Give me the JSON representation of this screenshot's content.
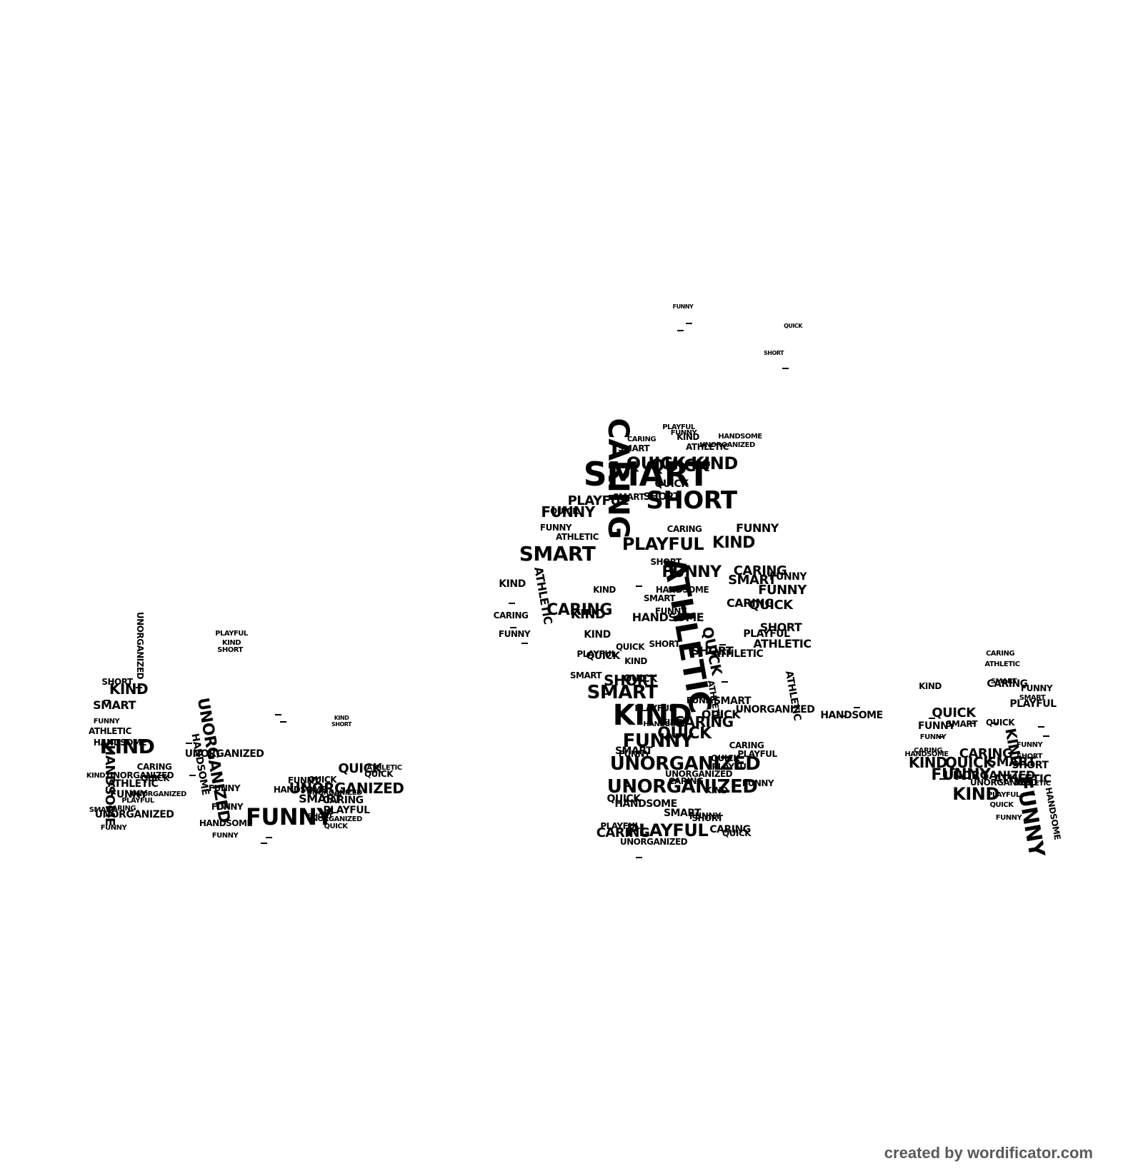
{
  "artwork": {
    "words": [
      "SMART",
      "CARING",
      "QUICK",
      "KIND",
      "SHORT",
      "PLAYFUL",
      "FUNNY",
      "ATHLETIC",
      "HANDSOME",
      "UNORGANIZED"
    ],
    "colors": {
      "ink": "#000000",
      "background": "#ffffff",
      "credit": "#5a5a5a"
    }
  },
  "footer": {
    "credit": "created by wordificator.com"
  }
}
